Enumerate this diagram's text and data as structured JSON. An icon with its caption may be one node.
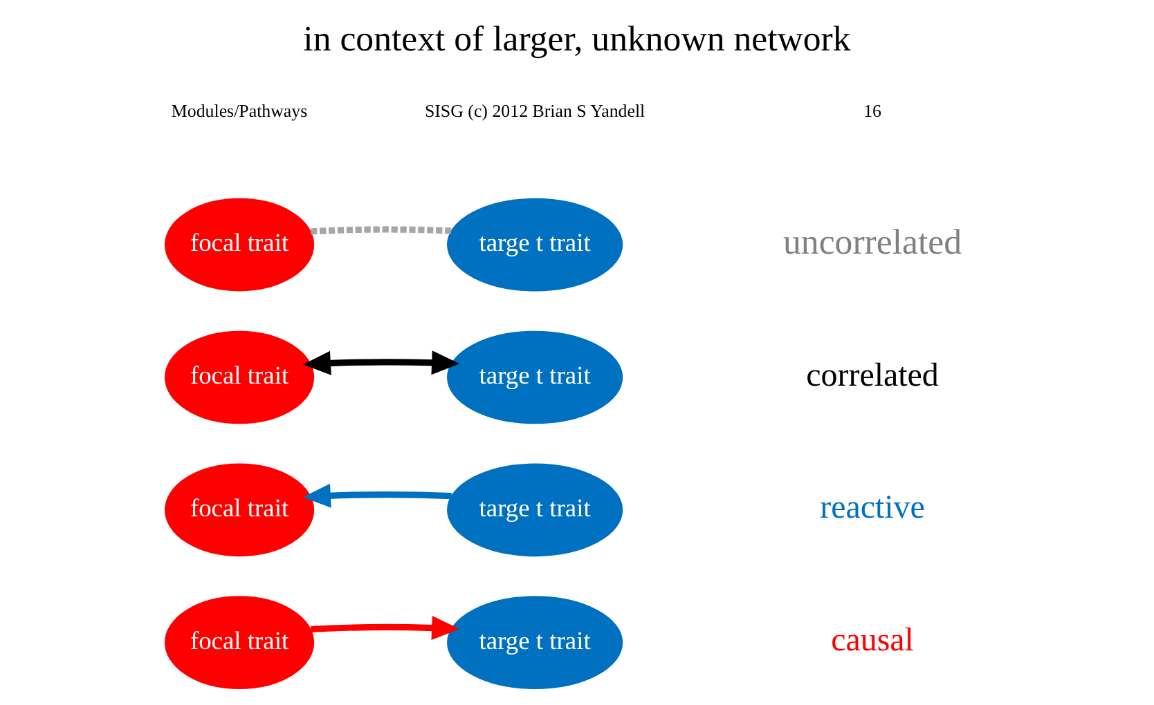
{
  "diagram": {
    "title": "in context of larger, unknown network",
    "nodes": [
      {
        "text": [
          "focal trait"
        ]
      },
      {
        "text": [
          "targe t trait"
        ]
      },
      {
        "text": [
          "focal trait"
        ]
      },
      {
        "text": [
          "targe t trait"
        ]
      },
      {
        "text": [
          "focal trait"
        ]
      },
      {
        "text": [
          "targe t trait"
        ]
      },
      {
        "text": [
          "focal trait"
        ]
      },
      {
        "text": [
          "targe t trait"
        ]
      }
    ],
    "edges": [
      {
        "from": 0,
        "to": 1,
        "arrow": "to",
        "color": "#ff0000"
      },
      {
        "from": 3,
        "to": 2,
        "arrow": "to",
        "color": "#0070c0"
      },
      {
        "from": 4,
        "to": 5,
        "arrow": "both",
        "color": "#000000"
      },
      {
        "from": 6,
        "to": 7,
        "arrow": "none",
        "style": "dashed",
        "color": "#a6a6a6"
      }
    ],
    "labels": [
      "causal",
      "reactive",
      "correlated",
      "uncorrelated",
      "Modules/Pathways",
      "SISG (c) 2012 Brian S Yandell",
      "16"
    ]
  }
}
